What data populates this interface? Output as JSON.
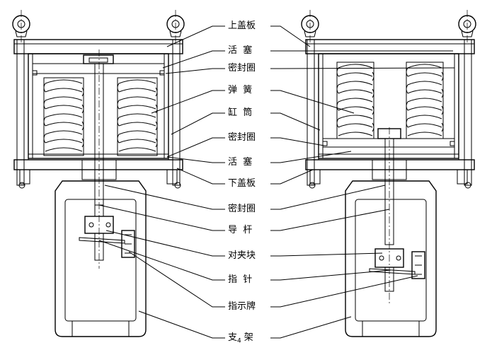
{
  "labels": {
    "upper_cover": "上盖板",
    "piston_upper": "活  塞",
    "seal_ring_1": "密封圈",
    "spring": "弹  簧",
    "cylinder": "缸  筒",
    "seal_ring_2": "密封圈",
    "piston_lower": "活  塞",
    "lower_cover": "下盖板",
    "seal_ring_3": "密封圈",
    "guide_rod": "导  杆",
    "clamp_block": "对夹块",
    "pointer": "指  针",
    "indicator_plate": "指示牌",
    "bracket": "支",
    "bracket_sub": "4",
    "bracket_tail": "架"
  }
}
